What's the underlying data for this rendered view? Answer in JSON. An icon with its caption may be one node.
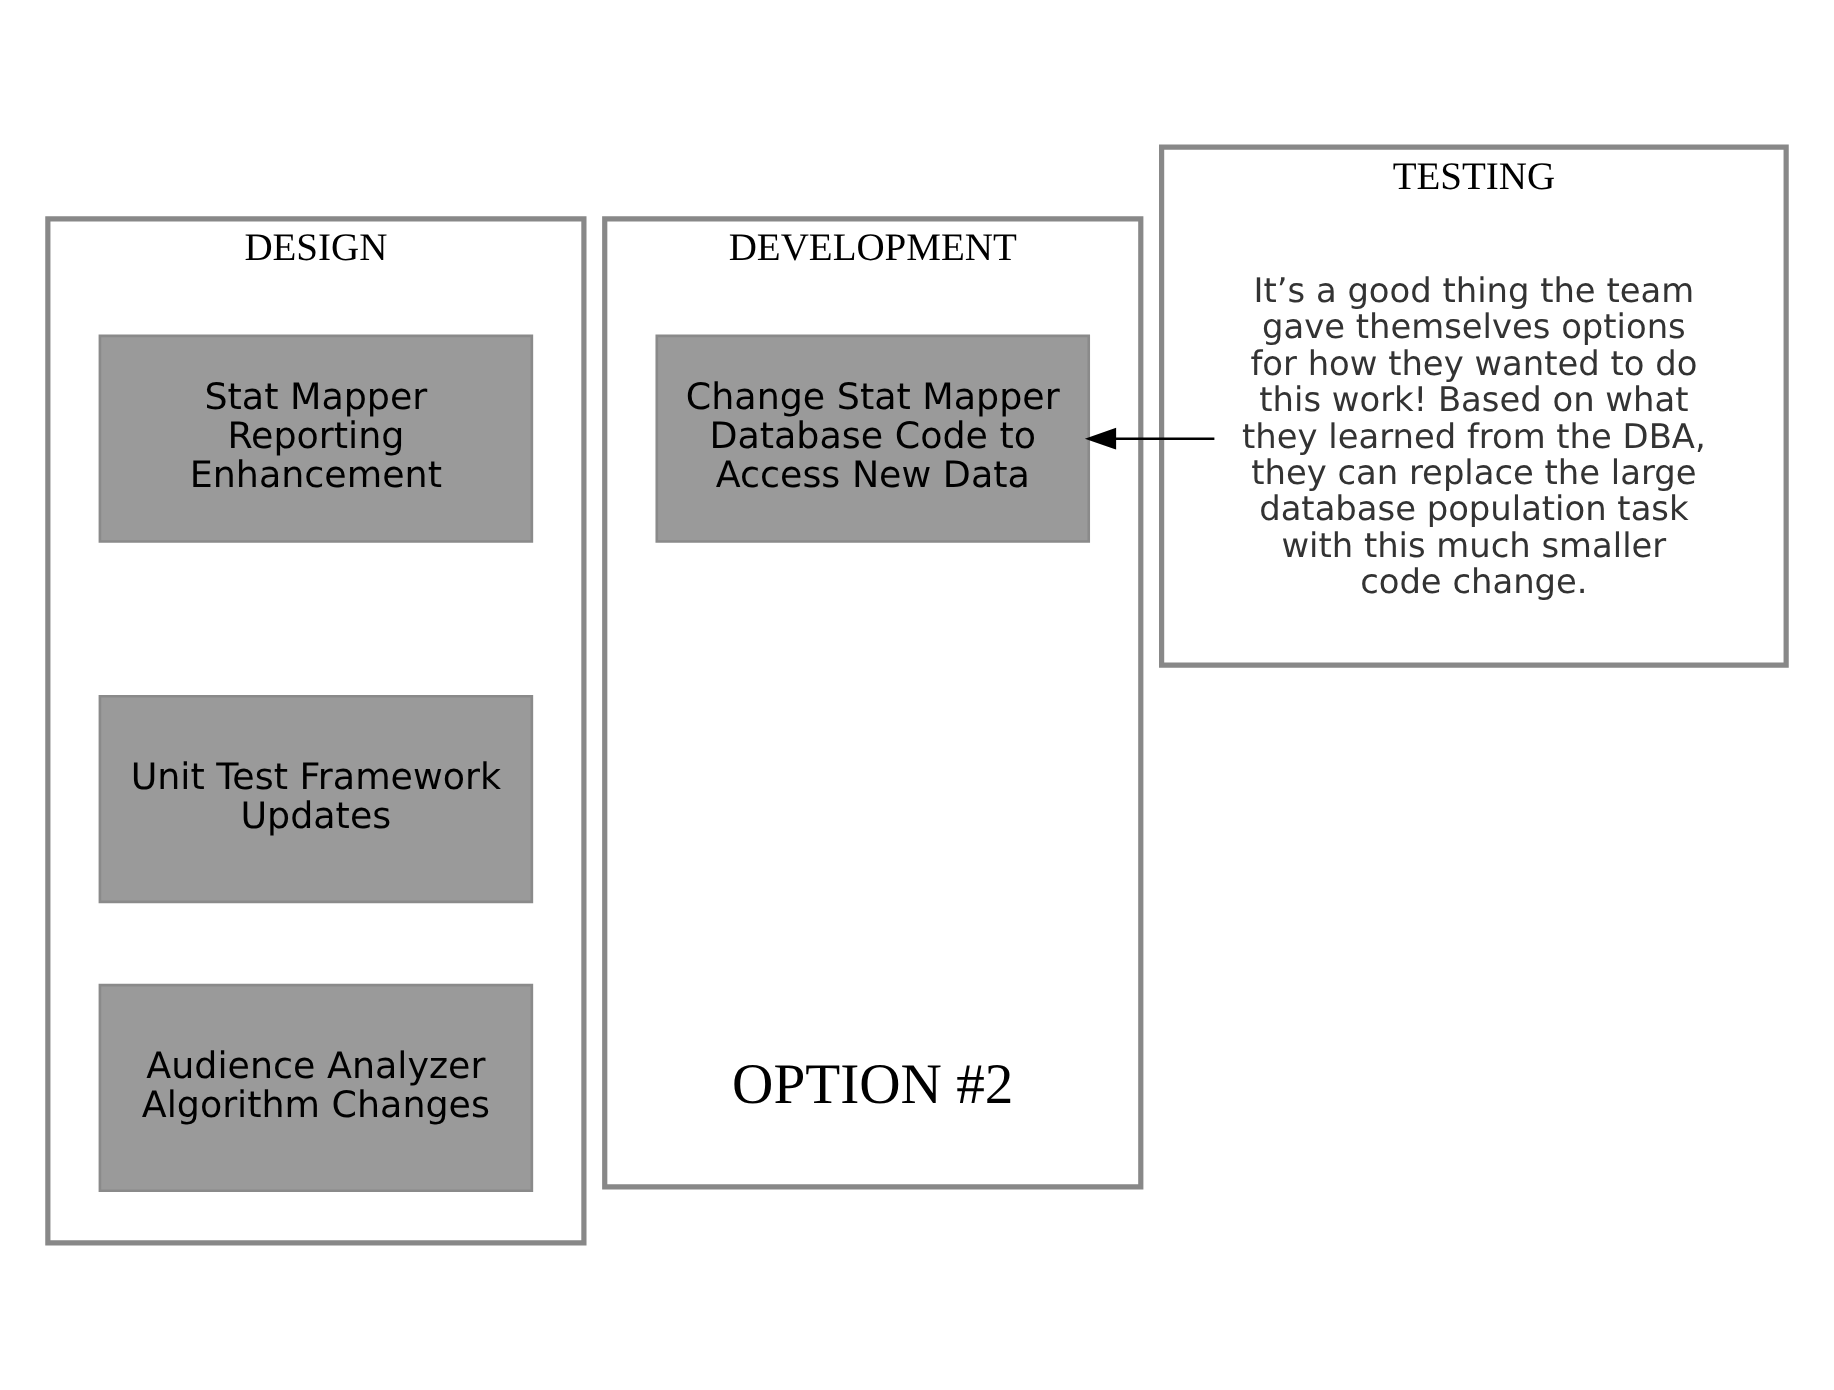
{
  "diagram": {
    "nodes": [
      {
        "text": [
          "DESIGN"
        ]
      },
      {
        "text": [
          "DEVELOPMENT"
        ]
      },
      {
        "text": [
          "TESTING"
        ]
      },
      {
        "text": [
          "Stat Mapper Reporting Enhancement"
        ],
        "in": 0
      },
      {
        "text": [
          "Unit Test Framework Updates"
        ],
        "in": 0
      },
      {
        "text": [
          "Audience Analyzer Algorithm Changes"
        ],
        "in": 0
      },
      {
        "text": [
          "Change Stat Mapper Database Code to Access New Data"
        ],
        "in": 1
      },
      {
        "text": [
          "It’s a good thing the team gave themselves options for how they wanted to do this work! Based on what they learned from the DBA, they can replace the large database population task with this much smaller code change."
        ],
        "in": 2
      }
    ],
    "edges": [
      {
        "from": 7,
        "to": 6,
        "arrow": "to"
      }
    ],
    "labels": [
      "OPTION #2"
    ]
  }
}
